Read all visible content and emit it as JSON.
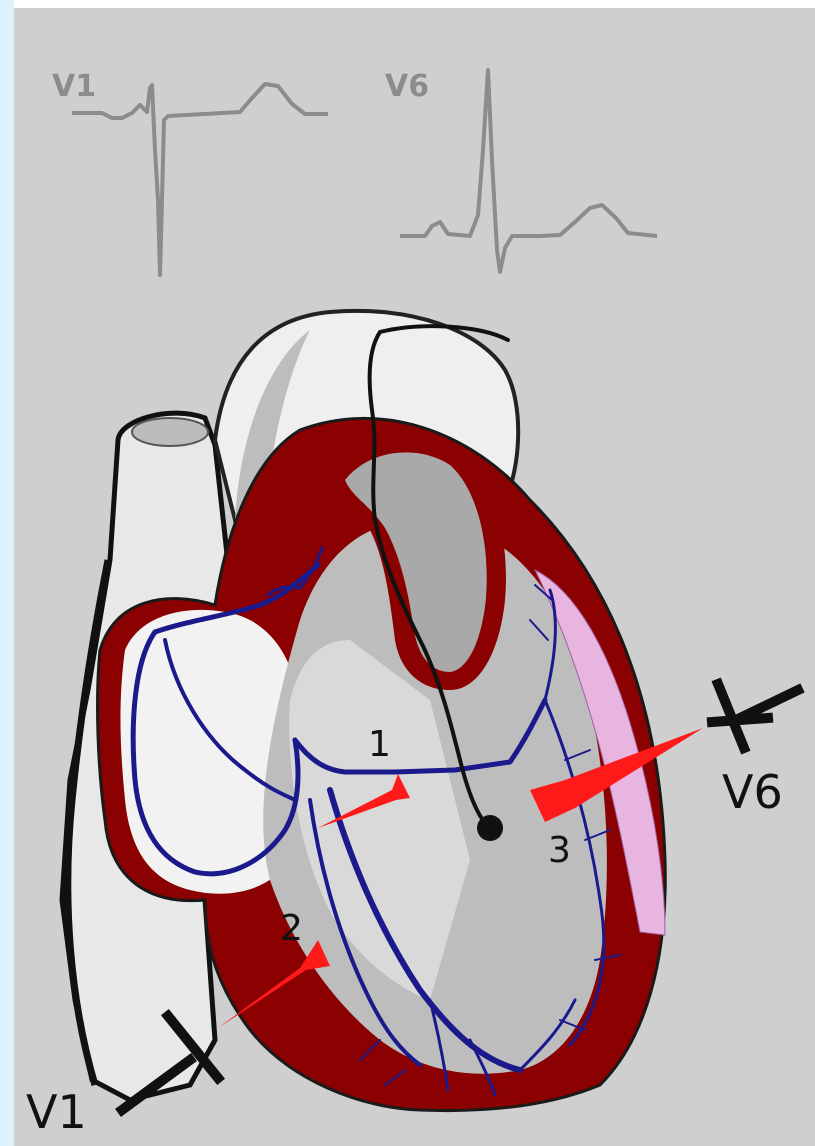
{
  "ecg": {
    "v1_label": "V1",
    "v6_label": "V6"
  },
  "electrodes": {
    "v1_label": "V1",
    "v6_label": "V6"
  },
  "vectors": [
    {
      "label": "1"
    },
    {
      "label": "2"
    },
    {
      "label": "3"
    }
  ],
  "colors": {
    "background": "#cfcfcf",
    "border": "#ddf0fb",
    "heart_muscle": "#8b0000",
    "conduction_system": "#1a1a8c",
    "vector_arrows": "#ff1a1a",
    "ecg_trace": "#8c8c8c",
    "lateral_wall": "#e8b4e0",
    "electrode": "#111111"
  }
}
